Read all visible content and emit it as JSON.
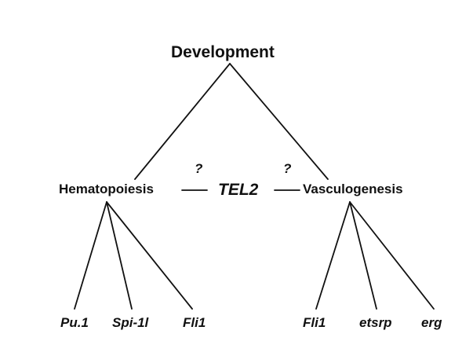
{
  "diagram": {
    "root": "Development",
    "left_branch": {
      "label": "Hematopoiesis",
      "children": [
        "Pu.1",
        "Spi-1l",
        "Fli1"
      ]
    },
    "right_branch": {
      "label": "Vasculogenesis",
      "children": [
        "Fli1",
        "etsrp",
        "erg"
      ]
    },
    "center": "TEL2",
    "question_marks": [
      "?",
      "?"
    ]
  }
}
